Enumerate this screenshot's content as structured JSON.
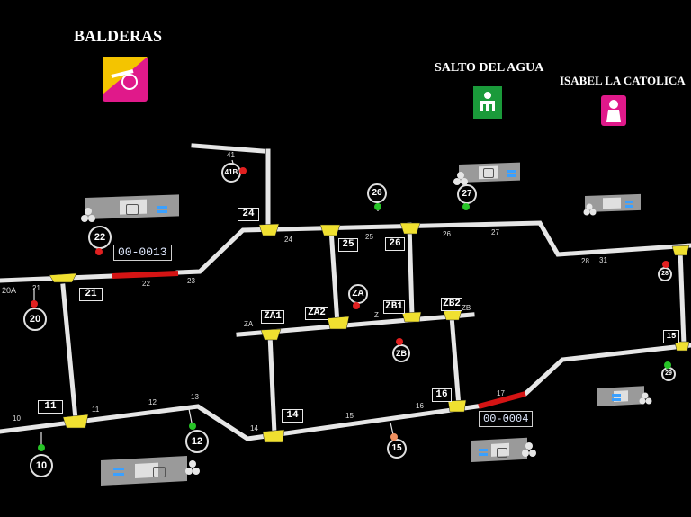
{
  "stations": {
    "balderas": "BALDERAS",
    "salto": "SALTO DEL AGUA",
    "isabel": "ISABEL LA CATOLICA"
  },
  "counters": {
    "top": "00-0013",
    "bottom": "00-0004"
  },
  "boxes": {
    "b21": "21",
    "b24": "24",
    "b25": "25",
    "b26": "26",
    "b11": "11",
    "b14": "14",
    "b16": "16",
    "b15": "15",
    "bza1": "ZA1",
    "bza2": "ZA2",
    "bzb1": "ZB1",
    "bzb2": "ZB2"
  },
  "circles": {
    "c22": "22",
    "c20": "20",
    "c10": "10",
    "c12": "12",
    "c26": "26",
    "c27": "27",
    "cza": "ZA",
    "czb": "ZB",
    "c15": "15",
    "c41b": "41B",
    "c28": "28",
    "c29": "29"
  },
  "small_labels": {
    "l20a": "20A",
    "l21": "21",
    "l22": "22",
    "l23": "23",
    "l24": "24",
    "l25": "25",
    "l26": "26",
    "l27": "27",
    "l41": "41",
    "l10": "10",
    "l11": "11",
    "l12": "12",
    "l13": "13",
    "l14": "14",
    "l15": "15",
    "l16": "16",
    "l17": "17",
    "lza": "ZA",
    "lz": "Z",
    "lzb": "ZB",
    "l28": "28",
    "l31": "31"
  },
  "colors": {
    "track": "#e6e6e6",
    "occupied": "#d41414",
    "switch": "#f0e030",
    "signal_green": "#27c427",
    "signal_red": "#e02020",
    "signal_orange": "#f09060",
    "logo_pink": "#e0198a"
  },
  "icons": [
    "cannon-icon",
    "aqueduct-icon",
    "queen-icon",
    "train-icon",
    "equals-icon"
  ]
}
